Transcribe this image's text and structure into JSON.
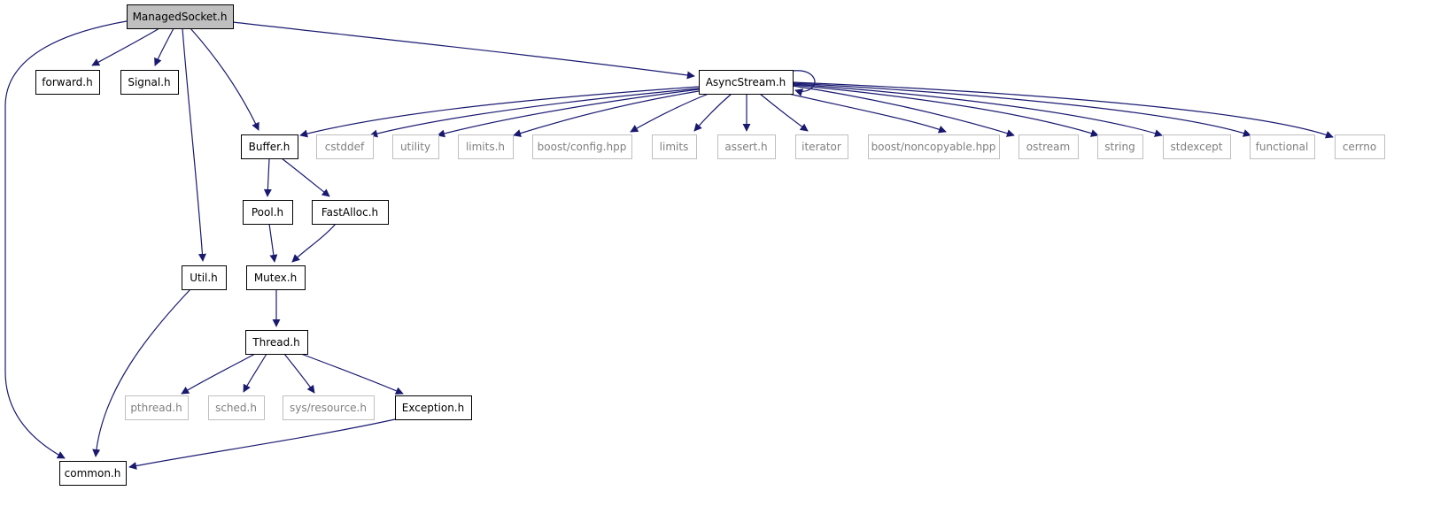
{
  "diagram": {
    "nodes": [
      {
        "id": "managedsocket",
        "label": "ManagedSocket.h",
        "style": "root"
      },
      {
        "id": "forward",
        "label": "forward.h",
        "style": "normal"
      },
      {
        "id": "signal",
        "label": "Signal.h",
        "style": "normal"
      },
      {
        "id": "asyncstream",
        "label": "AsyncStream.h",
        "style": "normal"
      },
      {
        "id": "buffer",
        "label": "Buffer.h",
        "style": "normal"
      },
      {
        "id": "cstddef",
        "label": "cstddef",
        "style": "external"
      },
      {
        "id": "utility",
        "label": "utility",
        "style": "external"
      },
      {
        "id": "limits_h",
        "label": "limits.h",
        "style": "external"
      },
      {
        "id": "boost_config",
        "label": "boost/config.hpp",
        "style": "external"
      },
      {
        "id": "limits",
        "label": "limits",
        "style": "external"
      },
      {
        "id": "assert",
        "label": "assert.h",
        "style": "external"
      },
      {
        "id": "iterator",
        "label": "iterator",
        "style": "external"
      },
      {
        "id": "boost_noncopyable",
        "label": "boost/noncopyable.hpp",
        "style": "external"
      },
      {
        "id": "ostream",
        "label": "ostream",
        "style": "external"
      },
      {
        "id": "string",
        "label": "string",
        "style": "external"
      },
      {
        "id": "stdexcept",
        "label": "stdexcept",
        "style": "external"
      },
      {
        "id": "functional",
        "label": "functional",
        "style": "external"
      },
      {
        "id": "cerrno",
        "label": "cerrno",
        "style": "external"
      },
      {
        "id": "pool",
        "label": "Pool.h",
        "style": "normal"
      },
      {
        "id": "fastalloc",
        "label": "FastAlloc.h",
        "style": "normal"
      },
      {
        "id": "util",
        "label": "Util.h",
        "style": "normal"
      },
      {
        "id": "mutex",
        "label": "Mutex.h",
        "style": "normal"
      },
      {
        "id": "thread",
        "label": "Thread.h",
        "style": "normal"
      },
      {
        "id": "pthread",
        "label": "pthread.h",
        "style": "external"
      },
      {
        "id": "sched",
        "label": "sched.h",
        "style": "external"
      },
      {
        "id": "sys_resource",
        "label": "sys/resource.h",
        "style": "external"
      },
      {
        "id": "exception",
        "label": "Exception.h",
        "style": "normal"
      },
      {
        "id": "common",
        "label": "common.h",
        "style": "normal"
      }
    ],
    "edges": [
      [
        "managedsocket",
        "forward"
      ],
      [
        "managedsocket",
        "signal"
      ],
      [
        "managedsocket",
        "asyncstream"
      ],
      [
        "managedsocket",
        "buffer"
      ],
      [
        "managedsocket",
        "util"
      ],
      [
        "managedsocket",
        "common"
      ],
      [
        "asyncstream",
        "asyncstream"
      ],
      [
        "asyncstream",
        "buffer"
      ],
      [
        "asyncstream",
        "cstddef"
      ],
      [
        "asyncstream",
        "utility"
      ],
      [
        "asyncstream",
        "limits_h"
      ],
      [
        "asyncstream",
        "boost_config"
      ],
      [
        "asyncstream",
        "limits"
      ],
      [
        "asyncstream",
        "assert"
      ],
      [
        "asyncstream",
        "iterator"
      ],
      [
        "asyncstream",
        "boost_noncopyable"
      ],
      [
        "asyncstream",
        "ostream"
      ],
      [
        "asyncstream",
        "string"
      ],
      [
        "asyncstream",
        "stdexcept"
      ],
      [
        "asyncstream",
        "functional"
      ],
      [
        "asyncstream",
        "cerrno"
      ],
      [
        "buffer",
        "pool"
      ],
      [
        "buffer",
        "fastalloc"
      ],
      [
        "pool",
        "mutex"
      ],
      [
        "fastalloc",
        "mutex"
      ],
      [
        "mutex",
        "thread"
      ],
      [
        "thread",
        "pthread"
      ],
      [
        "thread",
        "sched"
      ],
      [
        "thread",
        "sys_resource"
      ],
      [
        "thread",
        "exception"
      ],
      [
        "exception",
        "common"
      ],
      [
        "util",
        "common"
      ]
    ],
    "colors": {
      "edge": "#191970",
      "node_border": "#000000",
      "external_border": "#bfbfbf",
      "root_fill": "#bfbfbf",
      "external_text": "#7f7f7f",
      "text": "#000000"
    }
  }
}
